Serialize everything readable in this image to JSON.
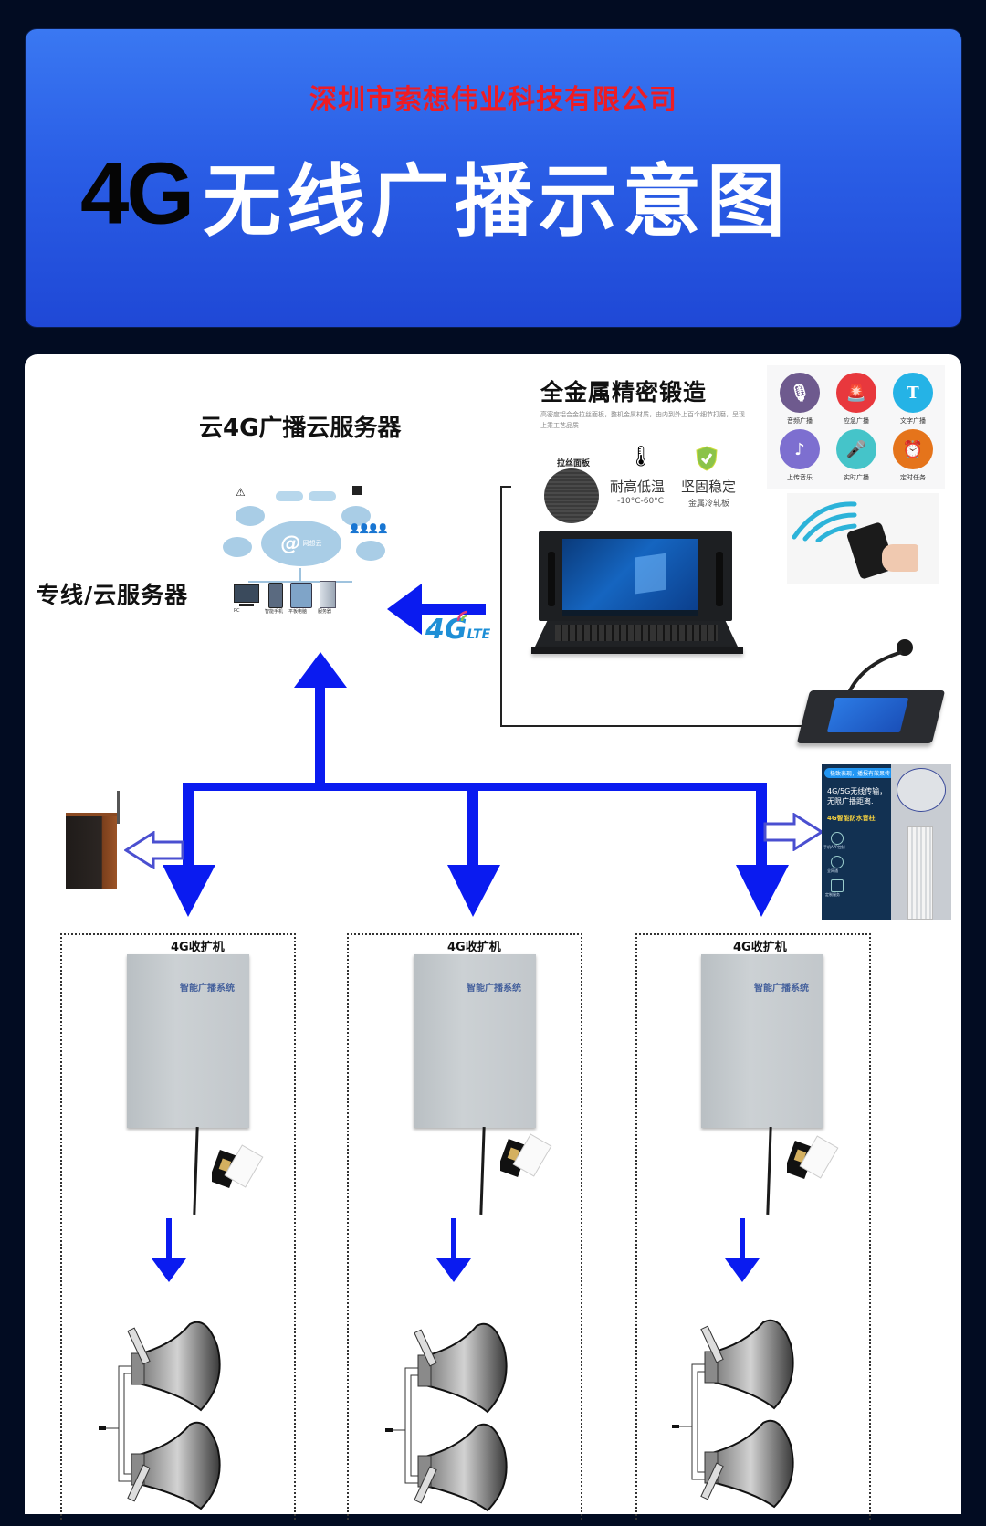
{
  "header": {
    "company": "深圳市索想伟业科技有限公司",
    "title_prefix": "4G",
    "title_main": "无线广播示意图"
  },
  "server": {
    "title": "云4G广播云服务器",
    "side_label": "专线/云服务器",
    "cloud_center_label": "网想云",
    "terminals": [
      "PC",
      "智能手机",
      "平板电脑",
      "服务器"
    ]
  },
  "link": {
    "badge_main": "4G",
    "badge_sub": "LTE"
  },
  "feature_card": {
    "title": "全金属精密锻造",
    "description": "高密度铝合金拉丝面板，整机金属材质，由内到外上百个细节打磨，呈现上乘工艺品质",
    "panel_label": "拉丝面板",
    "features": [
      {
        "label": "耐高低温",
        "sub": "-10°C-60°C",
        "icon": "thermometer-icon"
      },
      {
        "label": "坚固稳定",
        "sub": "金属冷轧板",
        "icon": "shield-check-icon"
      }
    ]
  },
  "app_grid": {
    "items": [
      {
        "label": "音频广播",
        "icon": "microphone-icon",
        "glyph": "🎙",
        "color": "#6e5a8e"
      },
      {
        "label": "应急广播",
        "icon": "alarm-light-icon",
        "glyph": "🚨",
        "color": "#e8383d"
      },
      {
        "label": "文字广播",
        "icon": "text-icon",
        "glyph": "T",
        "color": "#25b3e6"
      },
      {
        "label": "上传音乐",
        "icon": "music-note-icon",
        "glyph": "♪",
        "color": "#7d6fd0"
      },
      {
        "label": "实时广播",
        "icon": "live-mic-icon",
        "glyph": "🎤",
        "color": "#45c4c9"
      },
      {
        "label": "定时任务",
        "icon": "alarm-clock-icon",
        "glyph": "⏰",
        "color": "#e5741b"
      }
    ]
  },
  "column_speaker_card": {
    "badge": "极致表现，播报有效果传",
    "headline": "4G/5G无线传输，无限广播距离.",
    "product": "4G智能防水音柱",
    "features": [
      "手机APP控制",
      "全网通",
      "定制服务"
    ]
  },
  "receivers": [
    {
      "title": "4G收扩机",
      "brand": "智能广播系统"
    },
    {
      "title": "4G收扩机",
      "brand": "智能广播系统"
    },
    {
      "title": "4G收扩机",
      "brand": "智能广播系统"
    }
  ],
  "colors": {
    "arrow_blue": "#0a1bf0",
    "hollow_arrow": "#4a4fd0",
    "company_red": "#ee1c24",
    "header_blue": "#2a5ee6",
    "background": "#020c22"
  }
}
